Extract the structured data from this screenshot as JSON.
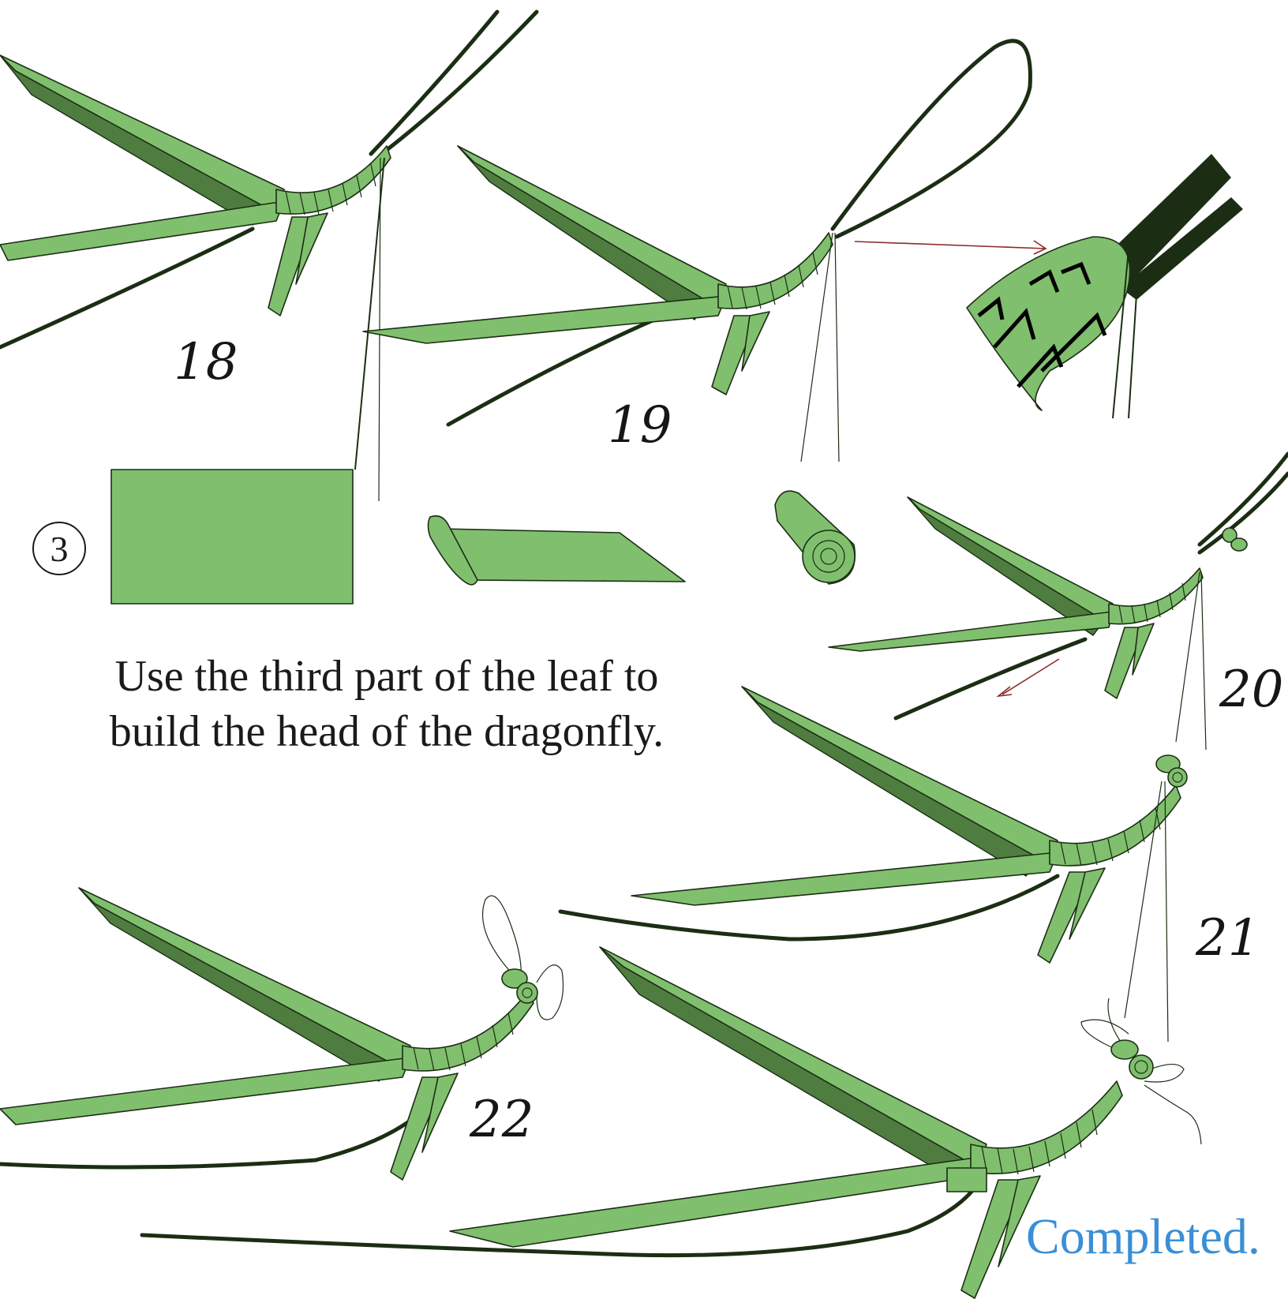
{
  "steps": {
    "s18": "18",
    "s19": "19",
    "s20": "20",
    "s21": "21",
    "s22": "22"
  },
  "part_marker": "3",
  "instruction": {
    "line1": "Use the third part of the leaf to",
    "line2": "build the head of the dragonfly."
  },
  "completed_label": "Completed.",
  "colors": {
    "leaf": "#80bf6e",
    "leaf_shadow": "#4f7d40",
    "outline": "#1b2e14",
    "arrow": "#8a2b2b",
    "completed_text": "#3a8fd6"
  }
}
